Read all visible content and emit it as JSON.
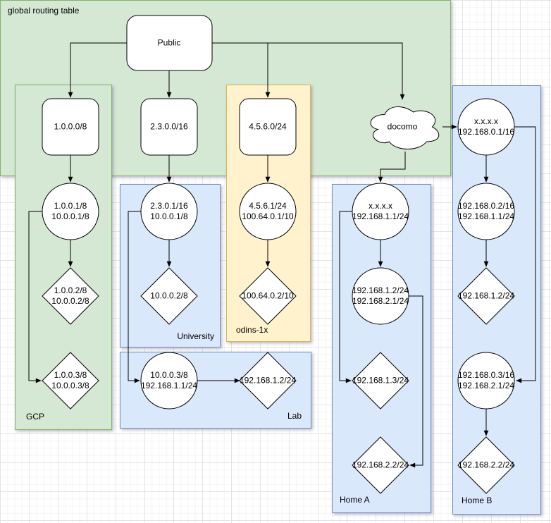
{
  "diagram": {
    "colors": {
      "container_green_fill": "#d5e8d4",
      "container_green_border": "#82b366",
      "container_blue_fill": "#dae8fc",
      "container_blue_border": "#6c8ebf",
      "container_yellow_fill": "#fff2cc",
      "container_yellow_border": "#d6b656",
      "node_fill": "#ffffff",
      "node_stroke": "#000000"
    },
    "containers": {
      "global": {
        "label": "global routing table"
      },
      "gcp": {
        "label": "GCP"
      },
      "university": {
        "label": "University"
      },
      "odins": {
        "label": "odins-1x"
      },
      "lab": {
        "label": "Lab"
      },
      "home_a": {
        "label": "Home A"
      },
      "home_b": {
        "label": "Home B"
      }
    },
    "nodes": {
      "public": {
        "label": "Public"
      },
      "route1": {
        "label": "1.0.0.0/8"
      },
      "route2": {
        "label": "2.3.0.0/16"
      },
      "route3": {
        "label": "4.5.6.0/24"
      },
      "docomo": {
        "label": "docomo"
      },
      "home_b_gw": {
        "label": "x.x.x.x\n192.168.0.1/16"
      },
      "gcp_router": {
        "label": "1.0.0.1/8\n10.0.0.1/8"
      },
      "univ_router": {
        "label": "2.3.0.1/16\n10.0.0.1/8"
      },
      "odins_router": {
        "label": "4.5.6.1/24\n100.64.0.1/10"
      },
      "home_a_gw": {
        "label": "x.x.x.x\n192.168.1.1/24"
      },
      "home_b_router2": {
        "label": "192.168.0.2/16\n192.168.1.1/24"
      },
      "gcp_host1": {
        "label": "1.0.0.2/8\n10.0.0.2/8"
      },
      "univ_host1": {
        "label": "10.0.0.2/8"
      },
      "odins_host1": {
        "label": "100.64.0.2/10"
      },
      "home_b_host1": {
        "label": "192.168.1.2/24"
      },
      "home_a_router2": {
        "label": "192.168.1.2/24\n192.168.2.1/24"
      },
      "gcp_host2": {
        "label": "1.0.0.3/8\n10.0.0.3/8"
      },
      "lab_router": {
        "label": "10.0.0.3/8\n192.168.1.1/24"
      },
      "lab_host1": {
        "label": "192.168.1.2/24"
      },
      "home_a_host1": {
        "label": "192.168.1.3/24"
      },
      "home_b_router3": {
        "label": "192.168.0.3/16\n192.168.2.1/24"
      },
      "home_a_host2": {
        "label": "192.168.2.2/24"
      },
      "home_b_host2": {
        "label": "192.168.2.2/24"
      }
    }
  }
}
